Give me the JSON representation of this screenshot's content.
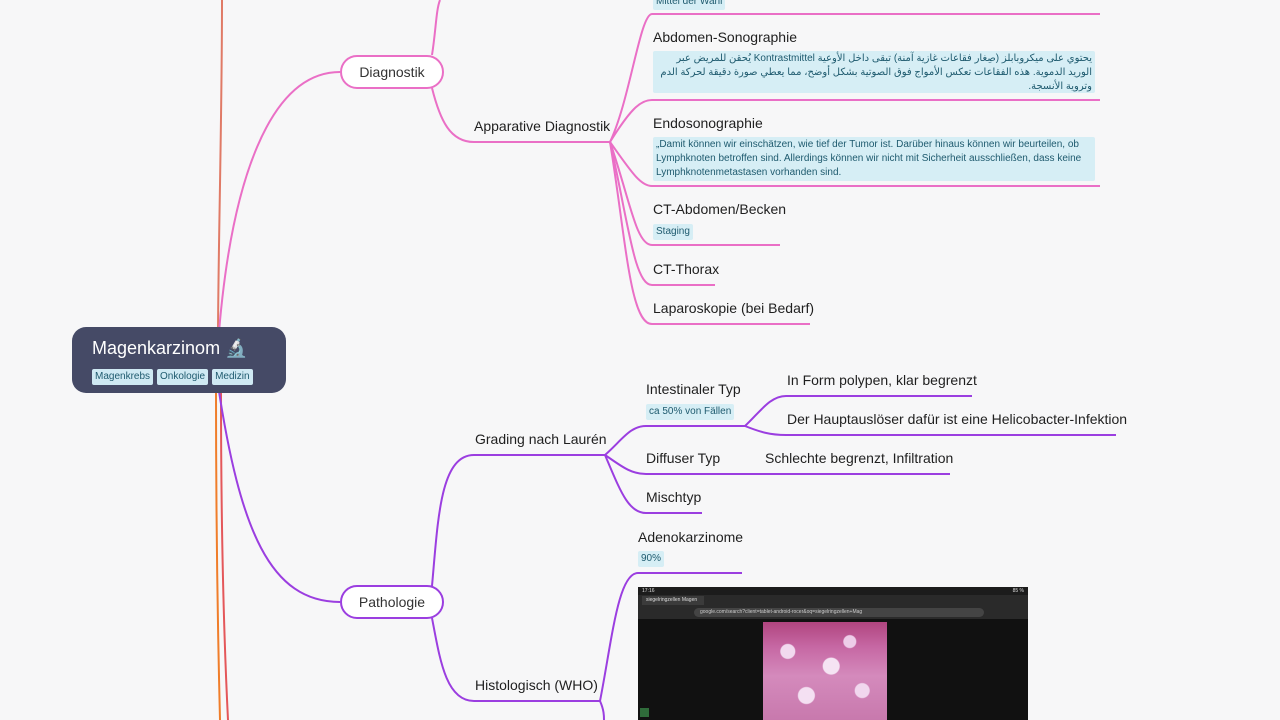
{
  "colors": {
    "root_bg": "#454a66",
    "branch_pink": "#ea6fc6",
    "branch_purple": "#9b3ee0",
    "branch_red": "#e4575a",
    "branch_orange": "#f07d2a",
    "tag_bg": "#d6eef5"
  },
  "root": {
    "title": "Magenkarzinom",
    "icon": "microscope-icon",
    "tags": [
      "Magenkrebs",
      "Onkologie",
      "Medizin"
    ]
  },
  "diagnostik": {
    "label": "Diagnostik",
    "top_note": "Mittel der Wahl",
    "apparative": {
      "label": "Apparative Diagnostik",
      "children": [
        {
          "label": "Abdomen-Sonographie",
          "note": "يحتوي على ميكروبابلز (صِغار فقاعات غازية آمنة) تبقى داخل الأوعية Kontrastmittel يُحقن للمريض عبر الوريد الدموية. هذه الفقاعات تعكس الأمواج فوق الصوتية بشكل أوضح، مما يعطي صورة دقيقة لحركة الدم وتروية الأنسجة."
        },
        {
          "label": "Endosonographie",
          "note": "„Damit können wir einschätzen, wie tief der Tumor ist. Darüber hinaus können wir beurteilen, ob Lymphknoten betroffen sind. Allerdings können wir nicht mit Sicherheit ausschließen, dass keine Lymphknotenmetastasen vorhanden sind."
        },
        {
          "label": "CT-Abdomen/Becken",
          "tag": "Staging"
        },
        {
          "label": "CT-Thorax"
        },
        {
          "label": "Laparoskopie (bei Bedarf)"
        }
      ]
    }
  },
  "pathologie": {
    "label": "Pathologie",
    "grading": {
      "label": "Grading nach Laurén",
      "intestinal": {
        "label": "Intestinaler Typ",
        "tag": "ca 50% von Fällen",
        "children": [
          "In Form polypen, klar begrenzt",
          "Der Hauptauslöser dafür ist eine Helicobacter-Infektion"
        ]
      },
      "diffus": {
        "label": "Diffuser Typ",
        "children": [
          "Schlechte begrenzt, Infiltration"
        ]
      },
      "misch": {
        "label": "Mischtyp"
      }
    },
    "histologisch": {
      "label": "Histologisch (WHO)",
      "adeno": {
        "label": "Adenokarzinome",
        "tag": "90%"
      },
      "screenshot": {
        "status": "17:16",
        "battery": "85 %",
        "tab_title": "siegelringzellen Magen",
        "url": "google.com/search?client=tablet-android-rocer&oq=siegelringzellen+Mag"
      }
    }
  }
}
